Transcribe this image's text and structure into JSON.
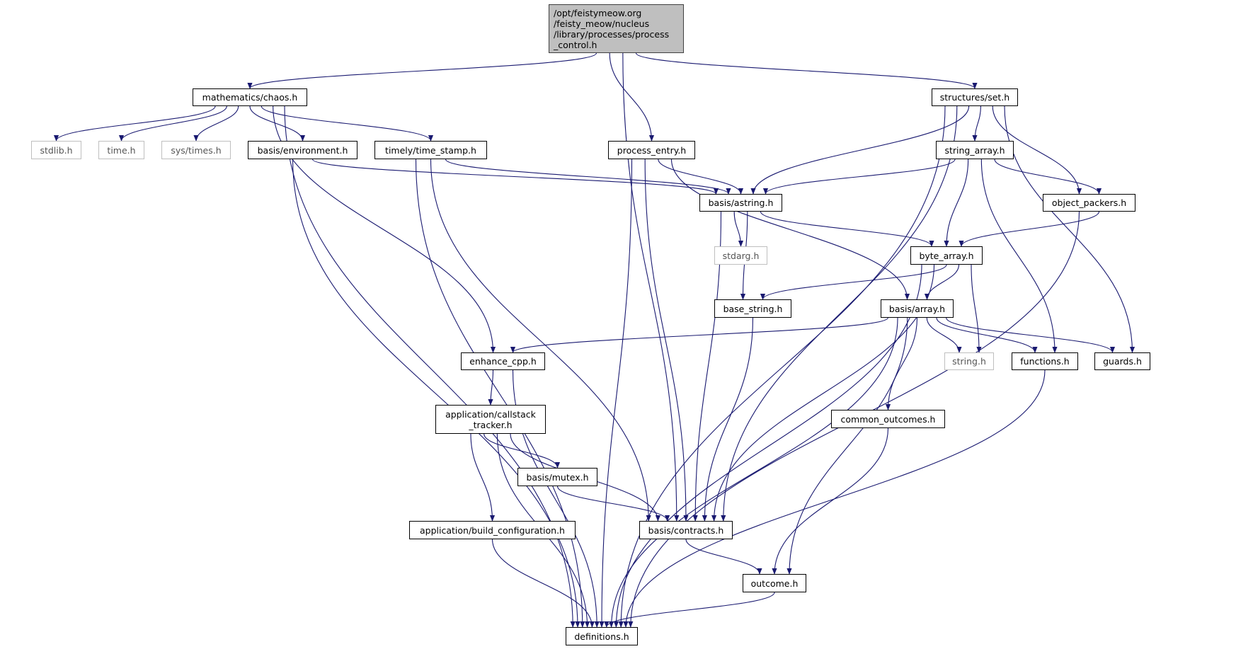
{
  "graph": {
    "edge_color": "#191970",
    "root_fill": "#bfbfbf",
    "nodes": {
      "root": {
        "label": "/opt/feistymeow.org\n/feisty_meow/nucleus\n/library/processes/process\n_control.h",
        "kind": "root"
      },
      "chaos": {
        "label": "mathematics/chaos.h",
        "kind": "normal"
      },
      "stdlib": {
        "label": "stdlib.h",
        "kind": "external"
      },
      "time": {
        "label": "time.h",
        "kind": "external"
      },
      "systimes": {
        "label": "sys/times.h",
        "kind": "external"
      },
      "environment": {
        "label": "basis/environment.h",
        "kind": "normal"
      },
      "time_stamp": {
        "label": "timely/time_stamp.h",
        "kind": "normal"
      },
      "process_entry": {
        "label": "process_entry.h",
        "kind": "normal"
      },
      "set": {
        "label": "structures/set.h",
        "kind": "normal"
      },
      "string_array": {
        "label": "string_array.h",
        "kind": "normal"
      },
      "astring": {
        "label": "basis/astring.h",
        "kind": "normal"
      },
      "object_packers": {
        "label": "object_packers.h",
        "kind": "normal"
      },
      "stdarg": {
        "label": "stdarg.h",
        "kind": "external"
      },
      "byte_array": {
        "label": "byte_array.h",
        "kind": "normal"
      },
      "base_string": {
        "label": "base_string.h",
        "kind": "normal"
      },
      "array": {
        "label": "basis/array.h",
        "kind": "normal"
      },
      "enhance_cpp": {
        "label": "enhance_cpp.h",
        "kind": "normal"
      },
      "string_h": {
        "label": "string.h",
        "kind": "external"
      },
      "functions": {
        "label": "functions.h",
        "kind": "normal"
      },
      "guards": {
        "label": "guards.h",
        "kind": "normal"
      },
      "callstack": {
        "label": "application/callstack\n_tracker.h",
        "kind": "normal"
      },
      "common_outcomes": {
        "label": "common_outcomes.h",
        "kind": "normal"
      },
      "mutex": {
        "label": "basis/mutex.h",
        "kind": "normal"
      },
      "build_configuration": {
        "label": "application/build_configuration.h",
        "kind": "normal"
      },
      "contracts": {
        "label": "basis/contracts.h",
        "kind": "normal"
      },
      "outcome": {
        "label": "outcome.h",
        "kind": "normal"
      },
      "definitions": {
        "label": "definitions.h",
        "kind": "normal"
      }
    },
    "edges": [
      [
        "root",
        "chaos"
      ],
      [
        "root",
        "process_entry"
      ],
      [
        "root",
        "set"
      ],
      [
        "root",
        "contracts"
      ],
      [
        "chaos",
        "definitions"
      ],
      [
        "chaos",
        "stdlib"
      ],
      [
        "chaos",
        "time"
      ],
      [
        "chaos",
        "systimes"
      ],
      [
        "chaos",
        "environment"
      ],
      [
        "chaos",
        "time_stamp"
      ],
      [
        "chaos",
        "enhance_cpp"
      ],
      [
        "environment",
        "astring"
      ],
      [
        "environment",
        "definitions"
      ],
      [
        "time_stamp",
        "astring"
      ],
      [
        "time_stamp",
        "definitions"
      ],
      [
        "time_stamp",
        "contracts"
      ],
      [
        "process_entry",
        "definitions"
      ],
      [
        "process_entry",
        "contracts"
      ],
      [
        "process_entry",
        "astring"
      ],
      [
        "process_entry",
        "array"
      ],
      [
        "set",
        "astring"
      ],
      [
        "set",
        "contracts"
      ],
      [
        "set",
        "string_array"
      ],
      [
        "set",
        "object_packers"
      ],
      [
        "set",
        "guards"
      ],
      [
        "set",
        "definitions"
      ],
      [
        "string_array",
        "astring"
      ],
      [
        "string_array",
        "byte_array"
      ],
      [
        "string_array",
        "object_packers"
      ],
      [
        "string_array",
        "functions"
      ],
      [
        "astring",
        "contracts"
      ],
      [
        "astring",
        "stdarg"
      ],
      [
        "astring",
        "base_string"
      ],
      [
        "astring",
        "byte_array"
      ],
      [
        "object_packers",
        "byte_array"
      ],
      [
        "object_packers",
        "definitions"
      ],
      [
        "byte_array",
        "base_string"
      ],
      [
        "byte_array",
        "array"
      ],
      [
        "byte_array",
        "contracts"
      ],
      [
        "byte_array",
        "string_h"
      ],
      [
        "byte_array",
        "definitions"
      ],
      [
        "base_string",
        "contracts"
      ],
      [
        "array",
        "enhance_cpp"
      ],
      [
        "array",
        "common_outcomes"
      ],
      [
        "array",
        "string_h"
      ],
      [
        "array",
        "functions"
      ],
      [
        "array",
        "guards"
      ],
      [
        "array",
        "outcome"
      ],
      [
        "array",
        "definitions"
      ],
      [
        "enhance_cpp",
        "callstack"
      ],
      [
        "enhance_cpp",
        "definitions"
      ],
      [
        "callstack",
        "build_configuration"
      ],
      [
        "callstack",
        "contracts"
      ],
      [
        "callstack",
        "mutex"
      ],
      [
        "callstack",
        "definitions"
      ],
      [
        "mutex",
        "contracts"
      ],
      [
        "build_configuration",
        "definitions"
      ],
      [
        "contracts",
        "outcome"
      ],
      [
        "common_outcomes",
        "outcome"
      ],
      [
        "outcome",
        "definitions"
      ],
      [
        "functions",
        "definitions"
      ]
    ]
  }
}
